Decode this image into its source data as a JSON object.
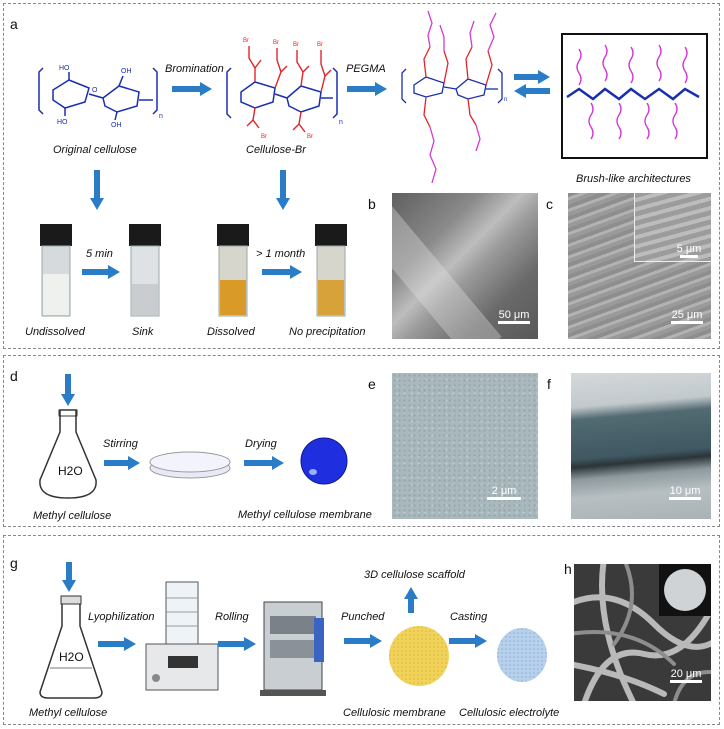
{
  "panel_a": {
    "letter": "a",
    "original_cellulose": "Original cellulose",
    "bromination": "Bromination",
    "cellulose_br": "Cellulose-Br",
    "pegma": "PEGMA",
    "brush": "Brush-like architectures",
    "five_min": "5 min",
    "one_month": "> 1 month",
    "undissolved": "Undissolved",
    "sink": "Sink",
    "dissolved": "Dissolved",
    "no_precip": "No precipitation",
    "br": "Br",
    "n": "n",
    "ho": "HO",
    "oh": "OH",
    "o": "O"
  },
  "panel_b": {
    "letter": "b",
    "scale": "50 μm"
  },
  "panel_c": {
    "letter": "c",
    "scale_main": "25 μm",
    "scale_inset": "5 μm"
  },
  "panel_d": {
    "letter": "d",
    "h2o": "H2O",
    "stirring": "Stirring",
    "drying": "Drying",
    "methyl_cellulose": "Methyl cellulose",
    "membrane": "Methyl cellulose membrane"
  },
  "panel_e": {
    "letter": "e",
    "scale": "2 μm"
  },
  "panel_f": {
    "letter": "f",
    "scale": "10 μm"
  },
  "panel_g": {
    "letter": "g",
    "h2o": "H2O",
    "lyophilization": "Lyophilization",
    "rolling": "Rolling",
    "punched": "Punched",
    "scaffold": "3D cellulose scaffold",
    "casting": "Casting",
    "methyl_cellulose": "Methyl cellulose",
    "cellulosic_membrane": "Cellulosic membrane",
    "cellulosic_electrolyte": "Cellulosic electrolyte"
  },
  "panel_h": {
    "letter": "h",
    "scale": "20 μm"
  },
  "colors": {
    "arrow": "#2a7cc7",
    "cellulose": "#1a2fb0",
    "bromine": "#e0252a",
    "pegma": "#d33bd3",
    "membrane_blue": "#1f2fe0",
    "membrane_yellow": "#f2d35a",
    "electrolyte_blue": "#a9c6e8"
  }
}
